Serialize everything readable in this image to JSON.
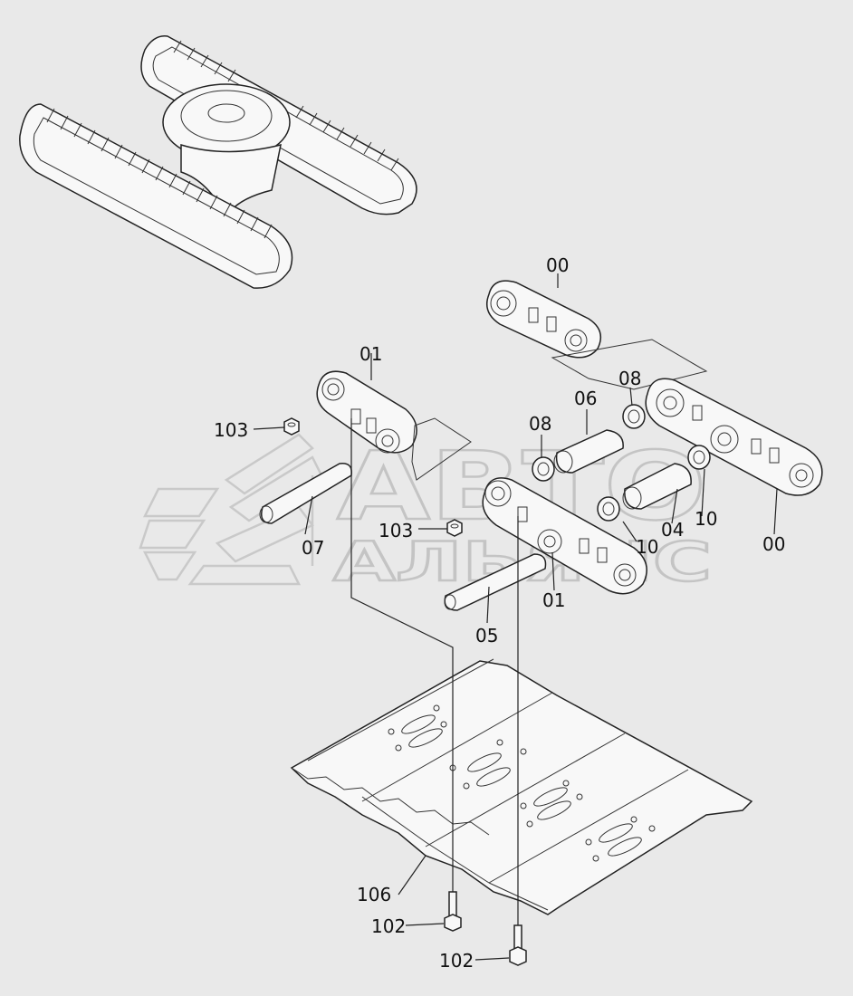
{
  "labels": {
    "link_top": "00",
    "link_right": "00",
    "link_left_a": "01",
    "link_left_b": "01",
    "bushing": "04",
    "pin_05": "05",
    "pin_06": "06",
    "pin_07": "07",
    "seal_08a": "08",
    "seal_08b": "08",
    "seal_10a": "10",
    "seal_10b": "10",
    "nut_103a": "103",
    "nut_103b": "103",
    "bolt_102a": "102",
    "bolt_102b": "102",
    "shoe_106": "106"
  },
  "watermark": {
    "line1": "АВТО",
    "line2": "АЛЬЯНС"
  },
  "colors": {
    "background": "#e9e9e9",
    "line": "#222222",
    "watermark": "#c4c4c4"
  }
}
